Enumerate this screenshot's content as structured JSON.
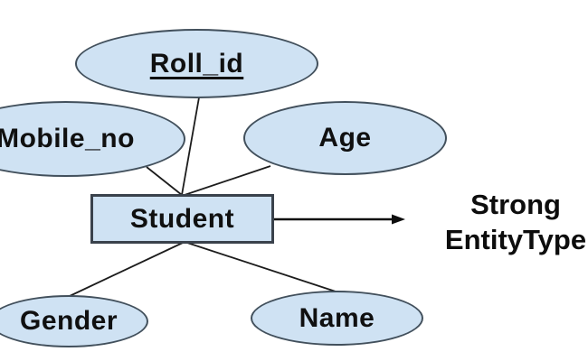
{
  "diagram": {
    "type": "er-diagram",
    "entity": {
      "label": "Student"
    },
    "attributes": [
      {
        "label": "Roll_id",
        "key_attribute": true
      },
      {
        "label": "Mobile_no",
        "key_attribute": false
      },
      {
        "label": "Age",
        "key_attribute": false
      },
      {
        "label": "Gender",
        "key_attribute": false
      },
      {
        "label": "Name",
        "key_attribute": false
      }
    ],
    "annotation": {
      "line1": "Strong",
      "line2": "EntityType"
    },
    "colors": {
      "shape_fill": "#cfe2f3",
      "shape_border": "#42505c",
      "connector": "#1c1c1c",
      "text": "#101010",
      "background": "#ffffff"
    }
  }
}
